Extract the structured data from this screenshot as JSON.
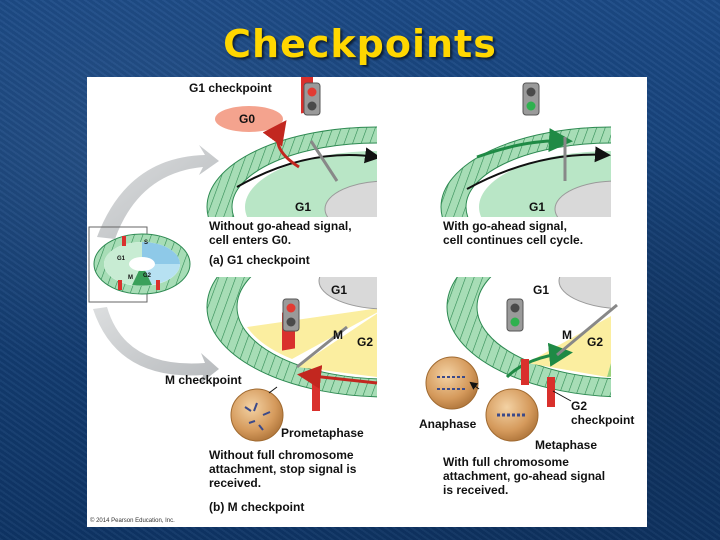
{
  "title": "Checkpoints",
  "figure": {
    "labels": {
      "g1_checkpoint": "G1 checkpoint",
      "g0": "G0",
      "g1_a_left": "G1",
      "g1_a_right": "G1",
      "without_goahead": "Without go-ahead signal,",
      "cell_enters_g0": "cell enters G0.",
      "part_a": "(a) G1 checkpoint",
      "with_goahead": "With go-ahead signal,",
      "cell_continues": "cell continues cell cycle.",
      "g1_b_left": "G1",
      "m_b_left": "M",
      "g2_b_left": "G2",
      "m_checkpoint": "M checkpoint",
      "prometaphase": "Prometaphase",
      "without_full": "Without full chromosome",
      "attachment_stop": "attachment, stop signal is",
      "received": "received.",
      "part_b": "(b) M checkpoint",
      "g1_b_right": "G1",
      "m_b_right": "M",
      "g2_b_right": "G2",
      "anaphase": "Anaphase",
      "g2_checkpoint_1": "G2",
      "g2_checkpoint_2": "checkpoint",
      "metaphase": "Metaphase",
      "with_full": "With full chromosome",
      "attachment_go": "attachment, go-ahead signal",
      "is_received": "is received.",
      "mini_s": "S",
      "mini_g1": "G1",
      "mini_g2": "G2",
      "mini_m": "M",
      "copyright": "© 2014 Pearson Education, Inc."
    },
    "colors": {
      "ring_green": "#8fd3a6",
      "ring_dark_green": "#2e9a5a",
      "checkpoint_red": "#d9302c",
      "g0_salmon": "#f4a38e",
      "arrow_gray": "#c9cbcd",
      "cell_tan": "#d9a46a",
      "m_yellow": "#fbeea0",
      "g2_green": "#9ad17a"
    }
  }
}
